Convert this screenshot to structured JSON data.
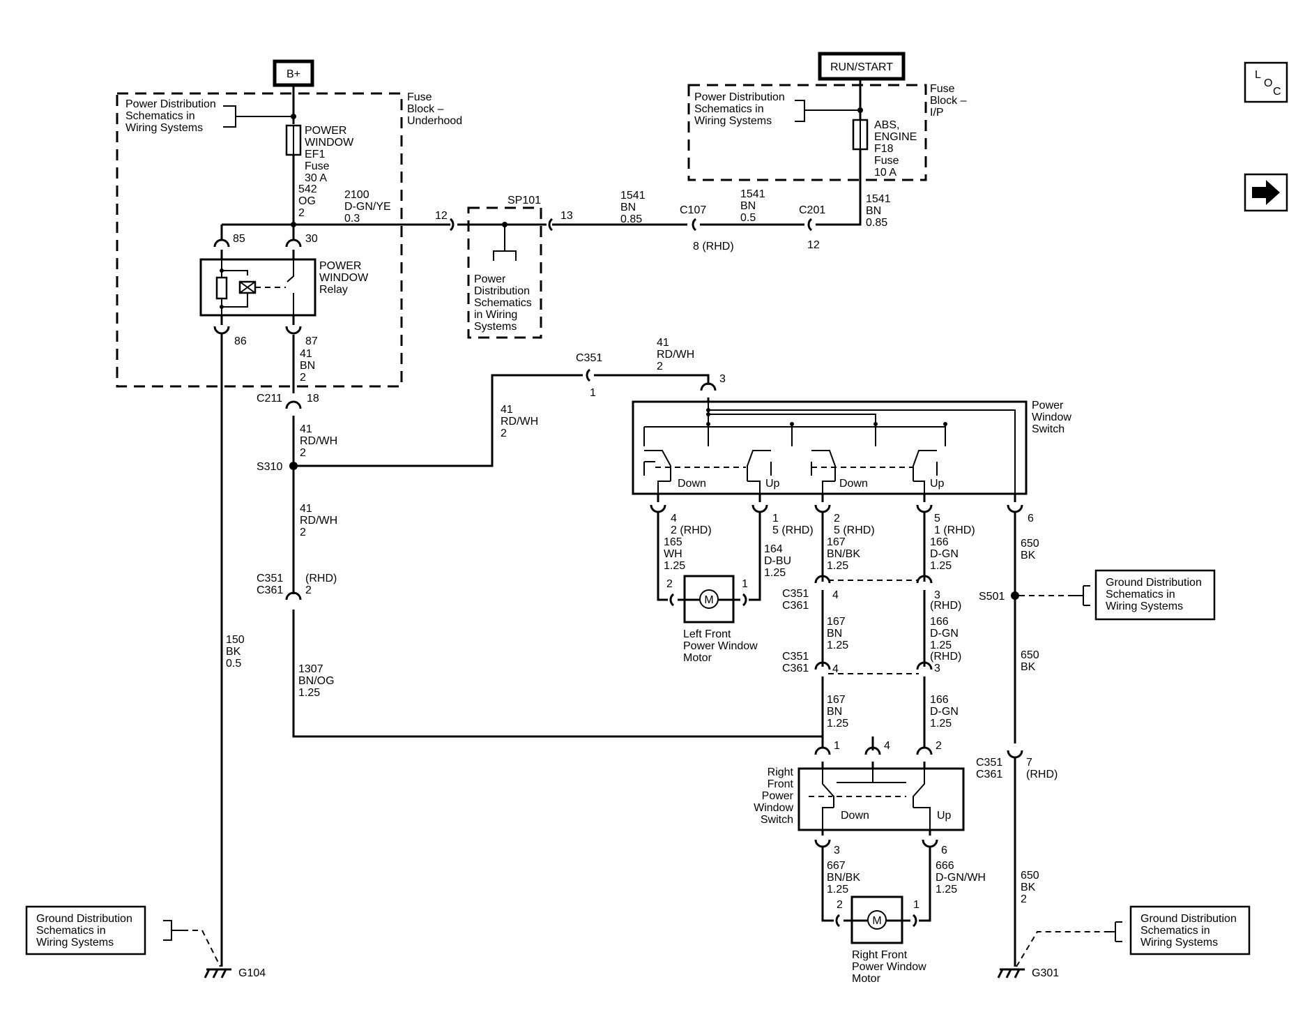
{
  "power_sources": {
    "battery": "B+",
    "run_start": "RUN/START"
  },
  "nav": {
    "loc_l": "L",
    "loc_o": "O",
    "loc_c": "C"
  },
  "fuse_block_underhood": {
    "title": [
      "Fuse",
      "Block –",
      "Underhood"
    ],
    "ref": [
      "Power Distribution",
      "Schematics in",
      "Wiring Systems"
    ],
    "fuse": [
      "POWER",
      "WINDOW",
      "EF1",
      "Fuse",
      "30 A"
    ],
    "wire_542": [
      "542",
      "OG",
      "2"
    ],
    "relay_pin_85": "85",
    "relay_pin_30": "30",
    "relay_pin_86": "86",
    "relay_pin_87": "87",
    "relay": [
      "POWER",
      "WINDOW",
      "Relay"
    ]
  },
  "fuse_block_ip": {
    "title": [
      "Fuse",
      "Block –",
      "I/P"
    ],
    "ref": [
      "Power Distribution",
      "Schematics in",
      "Wiring Systems"
    ],
    "fuse": [
      "ABS,",
      "ENGINE",
      "F18",
      "Fuse",
      "10 A"
    ]
  },
  "top_run": {
    "wire_2100": [
      "2100",
      "D-GN/YE",
      "0.3"
    ],
    "pin_12": "12",
    "pin_13": "13",
    "splice": "SP101",
    "splice_ref": [
      "Power",
      "Distribution",
      "Schematics",
      "in Wiring",
      "Systems"
    ],
    "wire_1541_a": [
      "1541",
      "BN",
      "0.85"
    ],
    "c107": "C107",
    "c107_pin": "8 (RHD)",
    "wire_1541_b": [
      "1541",
      "BN",
      "0.5"
    ],
    "c201": "C201",
    "c201_pin": "12",
    "wire_1541_c": [
      "1541",
      "BN",
      "0.85"
    ]
  },
  "left_run": {
    "wire_41_bn": [
      "41",
      "BN",
      "2"
    ],
    "c211": "C211",
    "c211_pin": "18",
    "wire_41_rdwh_a": [
      "41",
      "RD/WH",
      "2"
    ],
    "s310": "S310",
    "wire_41_rdwh_b": [
      "41",
      "RD/WH",
      "2"
    ],
    "c351_c361": [
      "C351",
      "C361"
    ],
    "c351_pin": [
      "(RHD)",
      "2"
    ],
    "wire_1307": [
      "1307",
      "BN/OG",
      "1.25"
    ],
    "wire_150": [
      "150",
      "BK",
      "0.5"
    ],
    "g104": "G104",
    "ground_ref": [
      "Ground Distribution",
      "Schematics in",
      "Wiring Systems"
    ]
  },
  "pws_feed": {
    "wire_41_rdwh_c": [
      "41",
      "RD/WH",
      "2"
    ],
    "c351": "C351",
    "c351_pin": "1",
    "wire_41_rdwh_d": [
      "41",
      "RD/WH",
      "2"
    ],
    "pin_3": "3"
  },
  "power_window_switch": {
    "title": [
      "Power",
      "Window",
      "Switch"
    ],
    "down_1": "Down",
    "up_1": "Up",
    "down_2": "Down",
    "up_2": "Up",
    "pin_a": [
      "4",
      "2 (RHD)"
    ],
    "pin_b": [
      "1",
      "5 (RHD)"
    ],
    "pin_c": [
      "2",
      "5 (RHD)"
    ],
    "pin_d": [
      "5",
      "1 (RHD)"
    ],
    "pin_e": "6"
  },
  "left_motor": {
    "wire_165": [
      "165",
      "WH",
      "1.25"
    ],
    "wire_164": [
      "164",
      "D-BU",
      "1.25"
    ],
    "pin_2": "2",
    "pin_1": "1",
    "motor_symbol": "M",
    "name": [
      "Left Front",
      "Power Window",
      "Motor"
    ]
  },
  "rhd_harness": {
    "wire_167_a": [
      "167",
      "BN/BK",
      "1.25"
    ],
    "wire_166_a": [
      "166",
      "D-GN",
      "1.25"
    ],
    "conn_a": [
      "C351",
      "C361"
    ],
    "conn_a_pin_l": "4",
    "conn_a_pin_r": [
      "3",
      "(RHD)"
    ],
    "wire_167_b": [
      "167",
      "BN",
      "1.25"
    ],
    "wire_166_b": [
      "166",
      "D-GN",
      "1.25"
    ],
    "conn_b": [
      "C351",
      "C361"
    ],
    "conn_b_pin_l": "4",
    "conn_b_pin_r": [
      "(RHD)",
      "3"
    ],
    "wire_167_c": [
      "167",
      "BN",
      "1.25"
    ],
    "wire_166_c": [
      "166",
      "D-GN",
      "1.25"
    ]
  },
  "ground_right": {
    "wire_650_a": [
      "650",
      "BK"
    ],
    "s501": "S501",
    "ground_ref": [
      "Ground Distribution",
      "Schematics in",
      "Wiring Systems"
    ],
    "wire_650_b": [
      "650",
      "BK"
    ],
    "conn": [
      "C351",
      "C361"
    ],
    "conn_pin": [
      "7",
      "(RHD)"
    ],
    "wire_650_c": [
      "650",
      "BK",
      "2"
    ],
    "g301": "G301",
    "ground_ref_2": [
      "Ground Distribution",
      "Schematics in",
      "Wiring Systems"
    ]
  },
  "right_switch": {
    "pin_1": "1",
    "pin_4": "4",
    "pin_2": "2",
    "title": [
      "Right",
      "Front",
      "Power",
      "Window",
      "Switch"
    ],
    "down": "Down",
    "up": "Up",
    "pin_3": "3",
    "pin_6": "6"
  },
  "right_motor": {
    "wire_667": [
      "667",
      "BN/BK",
      "1.25"
    ],
    "wire_666": [
      "666",
      "D-GN/WH",
      "1.25"
    ],
    "pin_2": "2",
    "pin_1": "1",
    "motor_symbol": "M",
    "name": [
      "Right Front",
      "Power Window",
      "Motor"
    ]
  }
}
